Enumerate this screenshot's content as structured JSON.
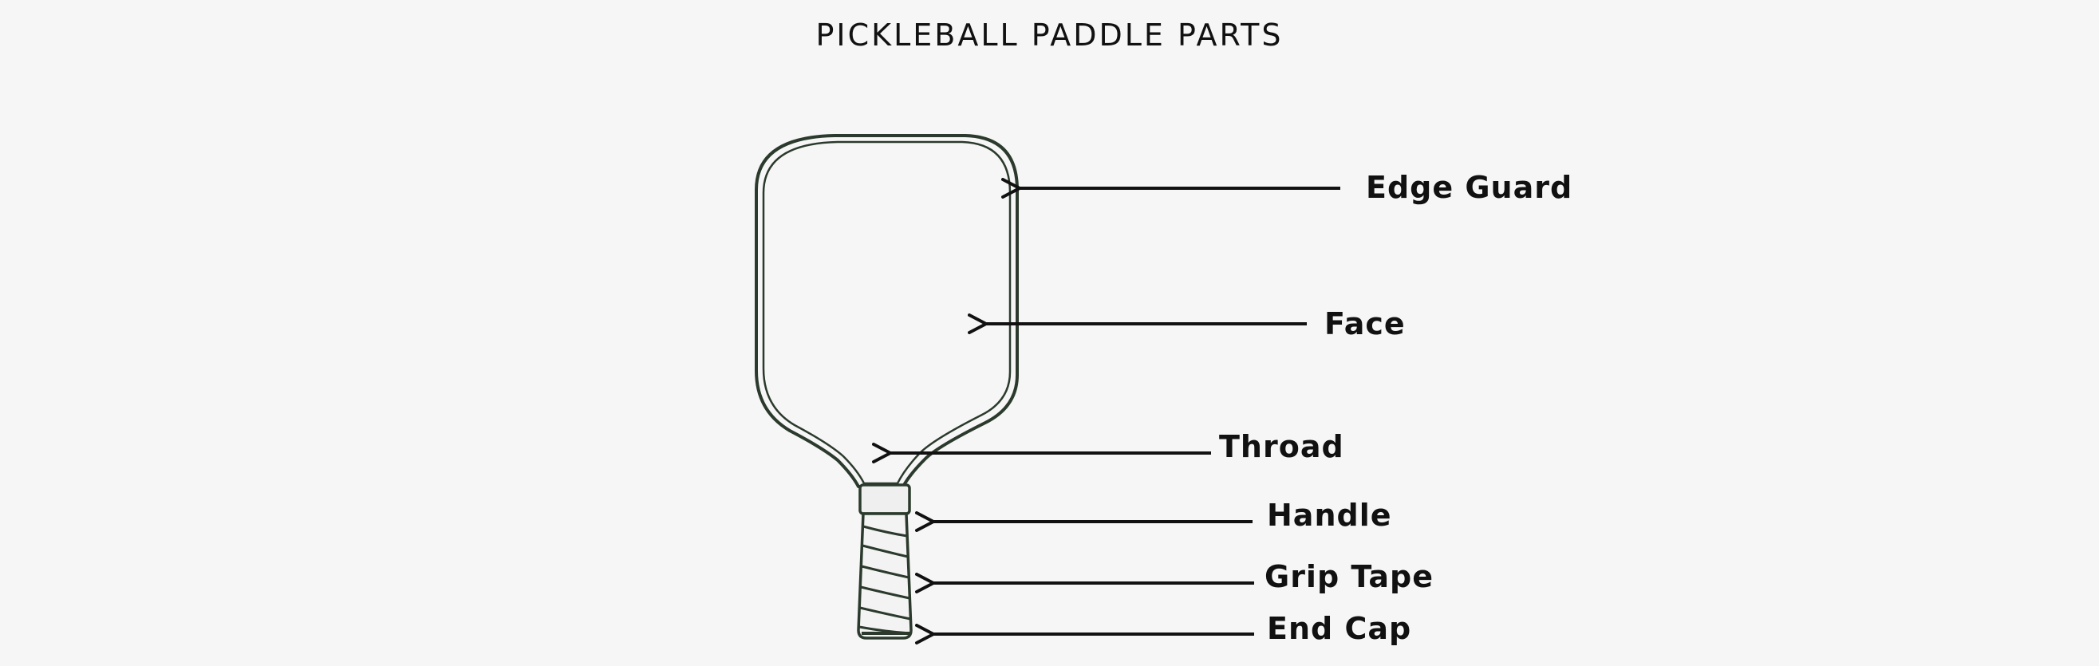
{
  "title": "PICKLEBALL PADDLE PARTS",
  "labels": {
    "edge_guard": "Edge Guard",
    "face": "Face",
    "throad": "Throad",
    "handle": "Handle",
    "grip_tape": "Grip Tape",
    "end_cap": "End Cap"
  },
  "colors": {
    "background": "#f6f6f6",
    "outline": "#2b3a2c",
    "text": "#111111"
  }
}
